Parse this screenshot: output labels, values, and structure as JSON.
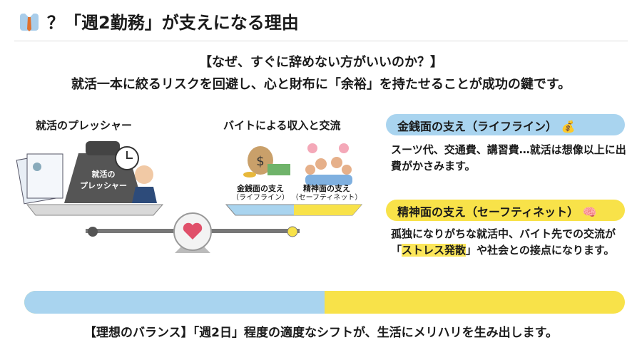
{
  "header": {
    "icon": "necktie-shirt-icon",
    "title": "？「週2勤務」が支えになる理由"
  },
  "intro": {
    "question": "【なぜ、すぐに辞めない方がいいのか？】",
    "answer": "就活一本に絞るリスクを回避し、心と財布に「余裕」を持たせることが成功の鍵です。"
  },
  "illustration": {
    "left_label": "就活のプレッシャー",
    "weight_text": "就活の\nプレッシャー",
    "right_label": "バイトによる収入と交流",
    "money_label": "金銭面の支え",
    "money_sub": "（ライフライン）",
    "mental_label": "精神面の支え",
    "mental_sub": "（セーフティネット）"
  },
  "cards": [
    {
      "title": "金銭面の支え（ライフライン）",
      "icon": "money-bag-icon",
      "color": "#a9d4ef",
      "text": "スーツ代、交通費、講習費…就活は想像以上に出費がかさみます。"
    },
    {
      "title": "精神面の支え（セーフティネット）",
      "icon": "brain-icon",
      "color": "#f8e249",
      "text_before": "孤独になりがちな就活中、バイト先での交流が「",
      "highlight": "ストレス発散",
      "text_after": "」や社会との接点になります。"
    }
  ],
  "balance": {
    "money_fraction": 0.5,
    "colors": {
      "blue": "#a9d4ef",
      "yellow": "#f8e249"
    }
  },
  "footer": "【理想のバランス】「週2日」程度の適度なシフトが、生活にメリハリを生み出します。"
}
